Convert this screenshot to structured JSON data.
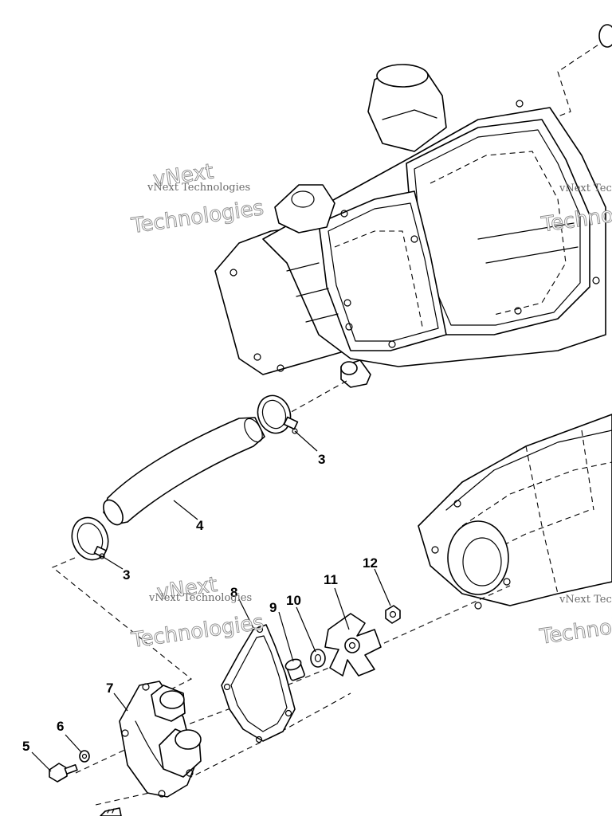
{
  "callouts": {
    "c3a": "3",
    "c3b": "3",
    "c4": "4",
    "c5": "5",
    "c6": "6",
    "c7": "7",
    "c8": "8",
    "c9": "9",
    "c10": "10",
    "c11": "11",
    "c12": "12"
  },
  "watermarks": {
    "small": "vNext Technologies",
    "big_a": "vNext",
    "big_b": "Technologies",
    "right_small": "vNext Technologie",
    "right_big": "Technolo"
  }
}
